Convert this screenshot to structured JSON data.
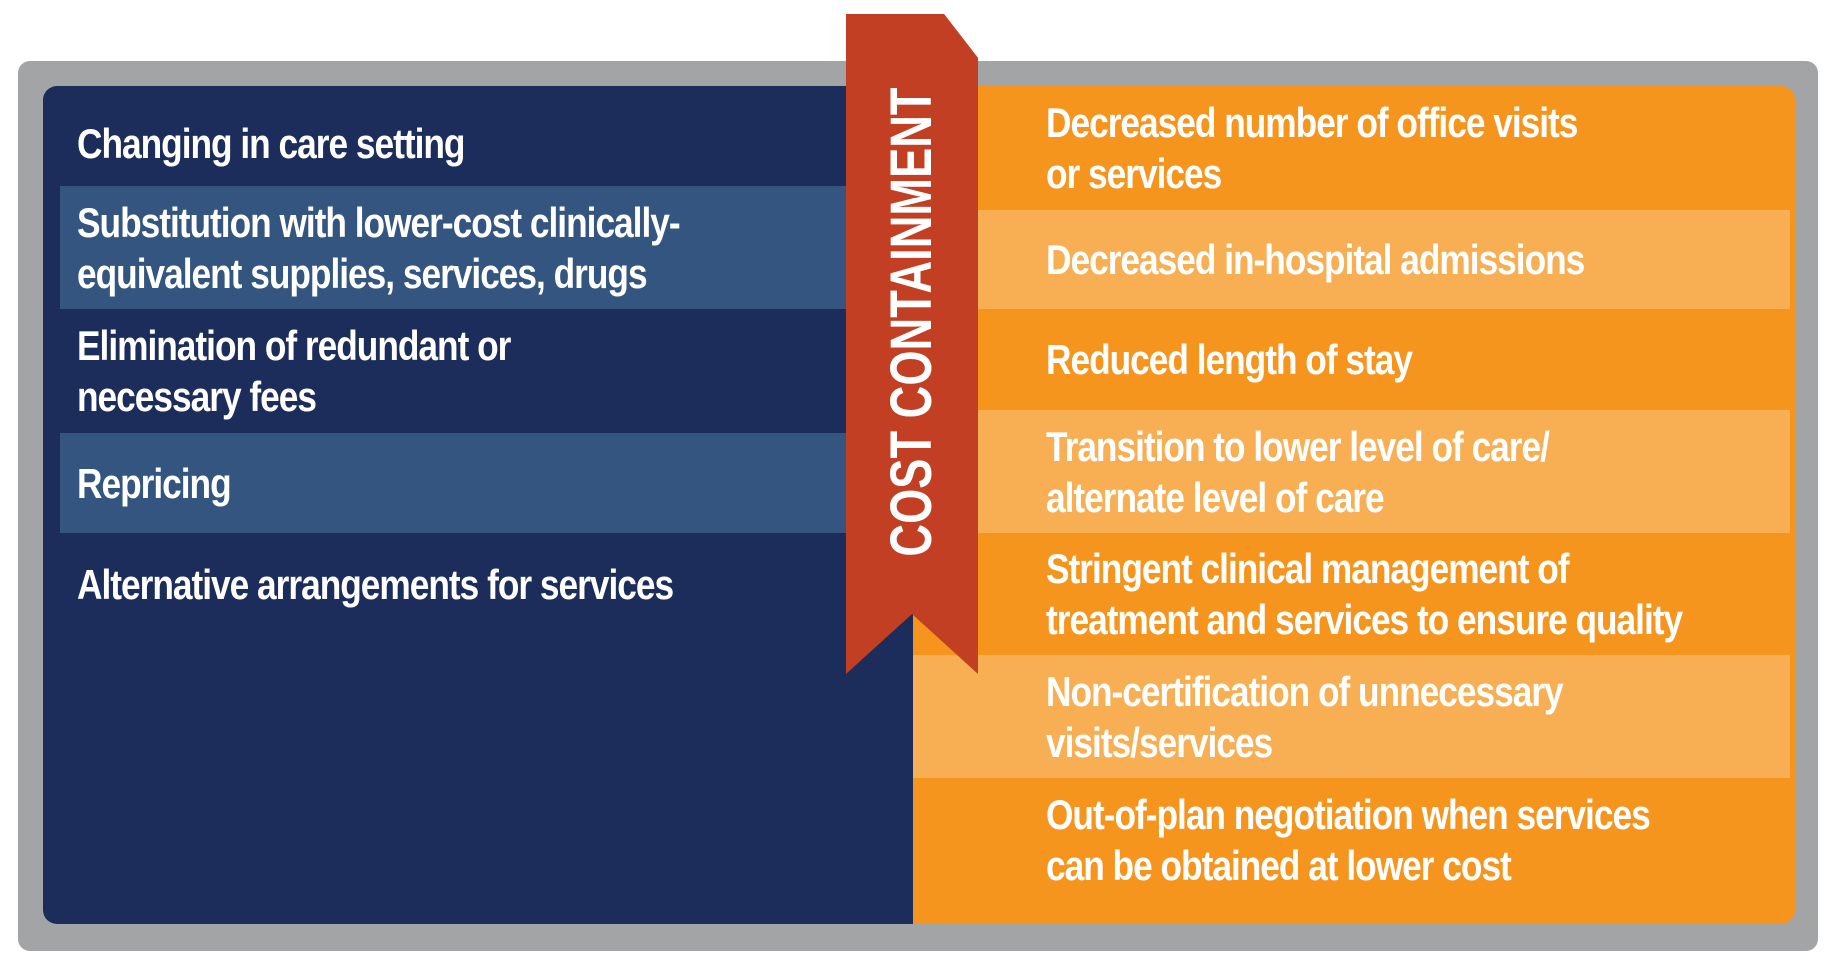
{
  "title": "COST CONTAINMENT",
  "colors": {
    "frame": "#a3a4a6",
    "left_panel": "#1d2d5b",
    "left_band": "#34557f",
    "right_panel": "#f5951e",
    "right_band": "#f8ae52",
    "ribbon": "#c23f24",
    "ribbon_fold": "#8b2a17",
    "text": "#ffffff"
  },
  "left_items": [
    [
      "Changing in care setting"
    ],
    [
      "Substitution with lower-cost clinically-",
      "equivalent supplies, services, drugs"
    ],
    [
      "Elimination of redundant or",
      "necessary fees"
    ],
    [
      "Repricing"
    ],
    [
      "Alternative arrangements for services"
    ]
  ],
  "right_items": [
    [
      "Decreased number of office visits",
      "or services"
    ],
    [
      "Decreased in-hospital admissions"
    ],
    [
      "Reduced length of stay"
    ],
    [
      "Transition to lower level of care/",
      "alternate level of care"
    ],
    [
      "Stringent clinical management of",
      "treatment and services to ensure quality"
    ],
    [
      "Non-certification of unnecessary",
      "visits/services"
    ],
    [
      "Out-of-plan negotiation when services",
      "can be obtained at lower cost"
    ]
  ]
}
